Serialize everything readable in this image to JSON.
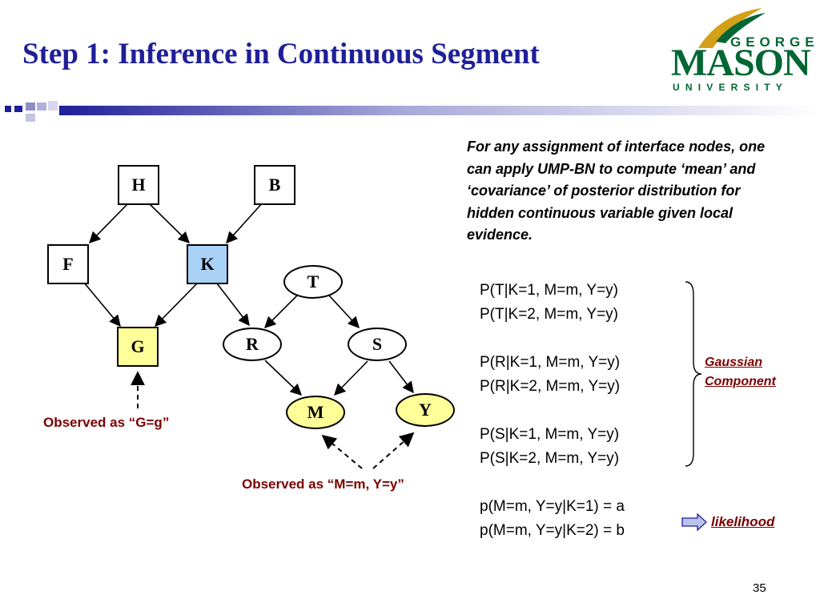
{
  "title": "Step 1: Inference in Continuous Segment",
  "logo": {
    "top_text": "GEORGE",
    "main_text": "MASON",
    "bottom_text": "UNIVERSITY"
  },
  "nodes": {
    "H": "H",
    "B": "B",
    "F": "F",
    "K": "K",
    "T": "T",
    "G": "G",
    "R": "R",
    "S": "S",
    "M": "M",
    "Y": "Y"
  },
  "observed_g": "Observed as “G=g”",
  "observed_my": "Observed as “M=m, Y=y”",
  "description": "For any assignment of interface nodes, one can apply UMP-BN to compute ‘mean’ and ‘covariance’ of posterior distribution for hidden continuous variable given local evidence.",
  "gaussian_probs": [
    "P(T|K=1, M=m, Y=y)",
    "P(T|K=2, M=m, Y=y)",
    "",
    "P(R|K=1, M=m, Y=y)",
    "P(R|K=2, M=m, Y=y)",
    "",
    "P(S|K=1, M=m, Y=y)",
    "P(S|K=2, M=m, Y=y)"
  ],
  "gaussian_label": {
    "line1": "Gaussian",
    "line2": "Component"
  },
  "likelihood_probs": [
    "p(M=m, Y=y|K=1) = a",
    "p(M=m, Y=y|K=2) = b"
  ],
  "likelihood_label": "likelihood",
  "page_number": "35",
  "colors": {
    "title": "#1f1f99",
    "logo_green": "#006633",
    "logo_gold": "#d4a017",
    "annotation": "#7a0000",
    "node_blue": "#a9d0f5",
    "node_yellow": "#ffff99"
  }
}
